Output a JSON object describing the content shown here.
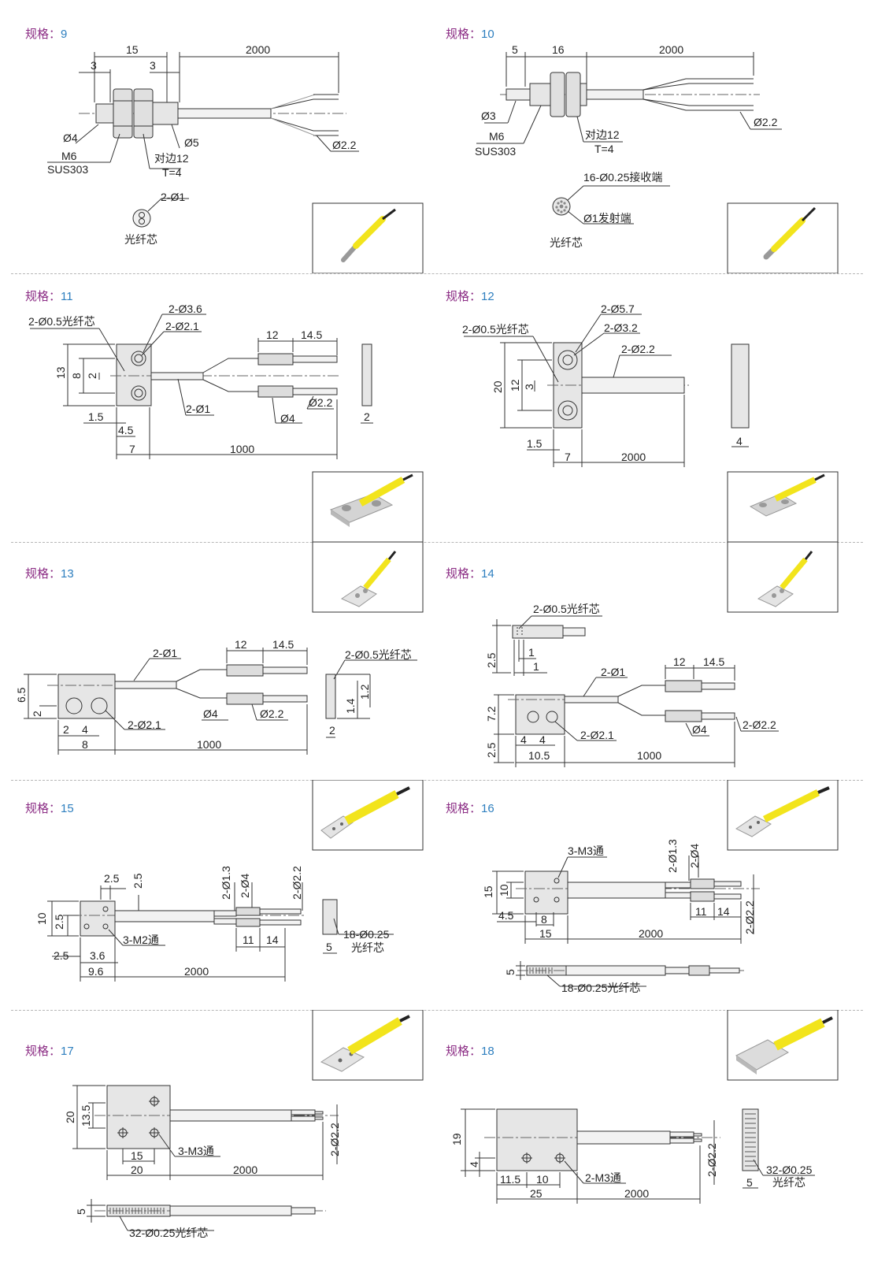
{
  "spec_label": "规格：",
  "colors": {
    "label": "#8b2c84",
    "number": "#2e7fbf",
    "line": "#333333",
    "part_fill": "#e6e6e6",
    "cable_yellow": "#f2e41c"
  },
  "specs": [
    {
      "number": "9",
      "dims": {
        "d15": "15",
        "d2000": "2000",
        "d3a": "3",
        "d3b": "3",
        "d4": "Ø4",
        "m6": "M6",
        "sus": "SUS303",
        "d5": "Ø5",
        "flat": "对边12",
        "t": "T=4",
        "d22": "Ø2.2",
        "core_count": "2-Ø1",
        "core": "光纤芯"
      }
    },
    {
      "number": "10",
      "dims": {
        "d5": "5",
        "d16": "16",
        "d2000": "2000",
        "d3": "Ø3",
        "m6": "M6",
        "sus": "SUS303",
        "flat": "对边12",
        "t": "T=4",
        "d22": "Ø2.2",
        "recv": "16-Ø0.25接收端",
        "emit": "Ø1发射端",
        "core": "光纤芯"
      }
    },
    {
      "number": "11",
      "dims": {
        "h36": "2-Ø3.6",
        "fiber": "2-Ø0.5光纤芯",
        "h21": "2-Ø2.1",
        "d12": "12",
        "d145": "14.5",
        "d13": "13",
        "d8": "8",
        "d2": "2",
        "d1": "2-Ø1",
        "d22": "Ø2.2",
        "d4": "Ø4",
        "d15": "1.5",
        "d45": "4.5",
        "d7": "7",
        "d1000": "1000",
        "thk": "2"
      }
    },
    {
      "number": "12",
      "dims": {
        "h57": "2-Ø5.7",
        "fiber": "2-Ø0.5光纤芯",
        "h32": "2-Ø3.2",
        "d22": "2-Ø2.2",
        "d20": "20",
        "d12": "12",
        "d3": "3",
        "d15": "1.5",
        "d7": "7",
        "d2000": "2000",
        "thk": "4"
      }
    },
    {
      "number": "13",
      "dims": {
        "d1": "2-Ø1",
        "d12": "12",
        "d145": "14.5",
        "fiber": "2-Ø0.5光纤芯",
        "d65": "6.5",
        "d2v": "2",
        "h21": "2-Ø2.1",
        "d2h": "2",
        "d4h": "4",
        "d8": "8",
        "d1000": "1000",
        "d4": "Ø4",
        "d22": "Ø2.2",
        "d14": "1.4",
        "d12v": "1.2",
        "thk": "2"
      }
    },
    {
      "number": "14",
      "dims": {
        "fiber": "2-Ø0.5光纤芯",
        "d25a": "2.5",
        "d1a": "1",
        "d1b": "1",
        "d1": "2-Ø1",
        "d12": "12",
        "d145": "14.5",
        "d72": "7.2",
        "d25b": "2.5",
        "h21": "2-Ø2.1",
        "d4a": "4",
        "d4b": "4",
        "d105": "10.5",
        "d1000": "1000",
        "d4": "Ø4",
        "d22": "2-Ø2.2"
      }
    },
    {
      "number": "15",
      "dims": {
        "d25a": "2.5",
        "d25b": "2.5",
        "d13": "2-Ø1.3",
        "d4": "2-Ø4",
        "d22": "2-Ø2.2",
        "d10": "10",
        "d25c": "2.5",
        "m2": "3-M2通",
        "d25d": "2.5",
        "d36": "3.6",
        "d96": "9.6",
        "d2000": "2000",
        "d11": "11",
        "d14": "14",
        "fiber": "18-Ø0.25",
        "core": "光纤芯",
        "thk": "5"
      }
    },
    {
      "number": "16",
      "dims": {
        "m3": "3-M3通",
        "d13": "2-Ø1.3",
        "d4": "2-Ø4",
        "d15v": "15",
        "d10v": "10",
        "d45": "4.5",
        "d8": "8",
        "d15h": "15",
        "d2000": "2000",
        "d11": "11",
        "d14": "14",
        "d22": "2-Ø2.2",
        "thk": "5",
        "fiber": "18-Ø0.25光纤芯"
      }
    },
    {
      "number": "17",
      "dims": {
        "d20v": "20",
        "d135": "13.5",
        "m3": "3-M3通",
        "d15": "15",
        "d20h": "20",
        "d2000": "2000",
        "d22": "2-Ø2.2",
        "thk": "5",
        "fiber": "32-Ø0.25光纤芯"
      }
    },
    {
      "number": "18",
      "dims": {
        "d19": "19",
        "d4": "4",
        "m3": "2-M3通",
        "d115": "11.5",
        "d10": "10",
        "d25": "25",
        "d2000": "2000",
        "d22": "2-Ø2.2",
        "fiber": "32-Ø0.25",
        "core": "光纤芯",
        "thk": "5"
      }
    }
  ]
}
